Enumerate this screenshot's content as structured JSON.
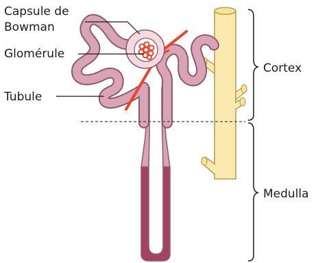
{
  "labels": {
    "capsule_line1": "Capsule de",
    "capsule_line2": "Bowman",
    "glomerule": "Glomérule",
    "tubule": "Tubule",
    "cortex": "Cortex",
    "medulla": "Medulla"
  },
  "colors": {
    "tubule_fill": "#d9a4b6",
    "tubule_outline": "#8d5a6a",
    "loop_dark": "#a3435f",
    "capsule_fill": "#f4dbe2",
    "vessel_red": "#e8452c",
    "duct_fill": "#faeab0",
    "duct_outline": "#b59f52"
  }
}
